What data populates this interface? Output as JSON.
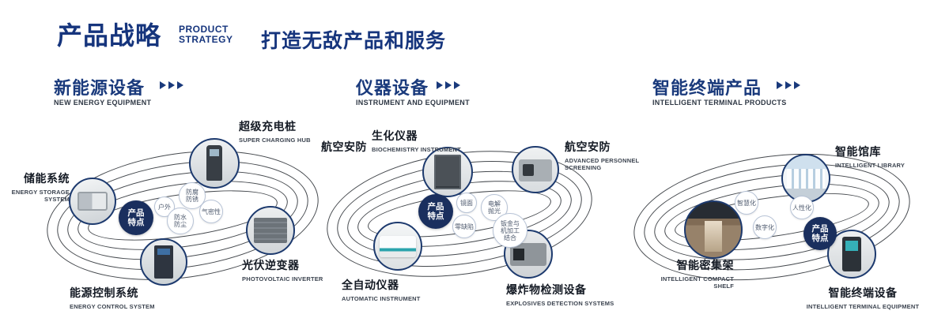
{
  "header": {
    "title": "产品战略",
    "subtitle_line1": "PRODUCT",
    "subtitle_line2": "STRATEGY",
    "slogan": "打造无敌产品和服务"
  },
  "sections": [
    {
      "title": "新能源设备",
      "subtitle": "NEW ENERGY EQUIPMENT",
      "badge": "产品特点",
      "features": [
        "户外",
        "防腐防锈",
        "防水防尘",
        "气密性"
      ],
      "items": [
        {
          "name": "储能系统",
          "en": "ENERGY STORAGE SYSTEM"
        },
        {
          "name": "超级充电桩",
          "en": "SUPER CHARGING HUB"
        },
        {
          "name": "光伏逆变器",
          "en": "PHOTOVOLTAIC INVERTER"
        },
        {
          "name": "能源控制系统",
          "en": "ENERGY CONTROL SYSTEM"
        }
      ]
    },
    {
      "title": "仪器设备",
      "subtitle": "INSTRUMENT AND EQUIPMENT",
      "badge": "产品特点",
      "side_label": "航空安防",
      "features": [
        "镜面",
        "电解抛光",
        "零缺陷",
        "钣金与机加工结合"
      ],
      "items": [
        {
          "name": "生化仪器",
          "en": "BIOCHEMISTRY INSTRUMENT"
        },
        {
          "name": "航空安防",
          "en": "ADVANCED PERSONNEL SCREENING"
        },
        {
          "name": "全自动仪器",
          "en": "AUTOMATIC INSTRUMENT"
        },
        {
          "name": "爆炸物检测设备",
          "en": "EXPLOSIVES DETECTION SYSTEMS"
        }
      ]
    },
    {
      "title": "智能终端产品",
      "subtitle": "INTELLIGENT TERMINAL PRODUCTS",
      "badge": "产品特点",
      "features": [
        "智慧化",
        "人性化",
        "数字化"
      ],
      "items": [
        {
          "name": "智能馆库",
          "en": "INTELLIGENT LIBRARY"
        },
        {
          "name": "智能密集架",
          "en": "INTELLIGENT COMPACT SHELF"
        },
        {
          "name": "智能终端设备",
          "en": "INTELLIGENT TERMINAL EQUIPMENT"
        }
      ]
    }
  ]
}
